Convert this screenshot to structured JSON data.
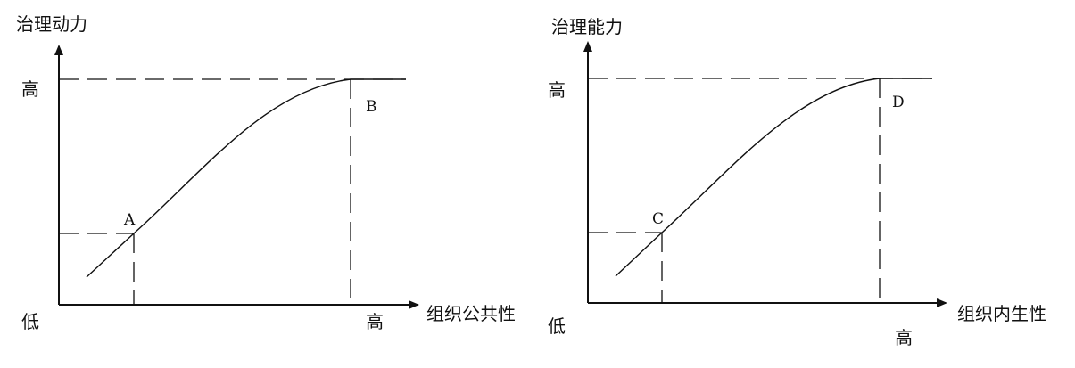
{
  "charts": [
    {
      "y_label": "治理动力",
      "x_label": "组织公共性",
      "y_high_label": "高",
      "origin_label": "低",
      "x_high_label": "高",
      "point_low": "A",
      "point_high": "B"
    },
    {
      "y_label": "治理能力",
      "x_label": "组织内生性",
      "y_high_label": "高",
      "origin_label": "低",
      "x_high_label": "高",
      "point_low": "C",
      "point_high": "D"
    }
  ]
}
